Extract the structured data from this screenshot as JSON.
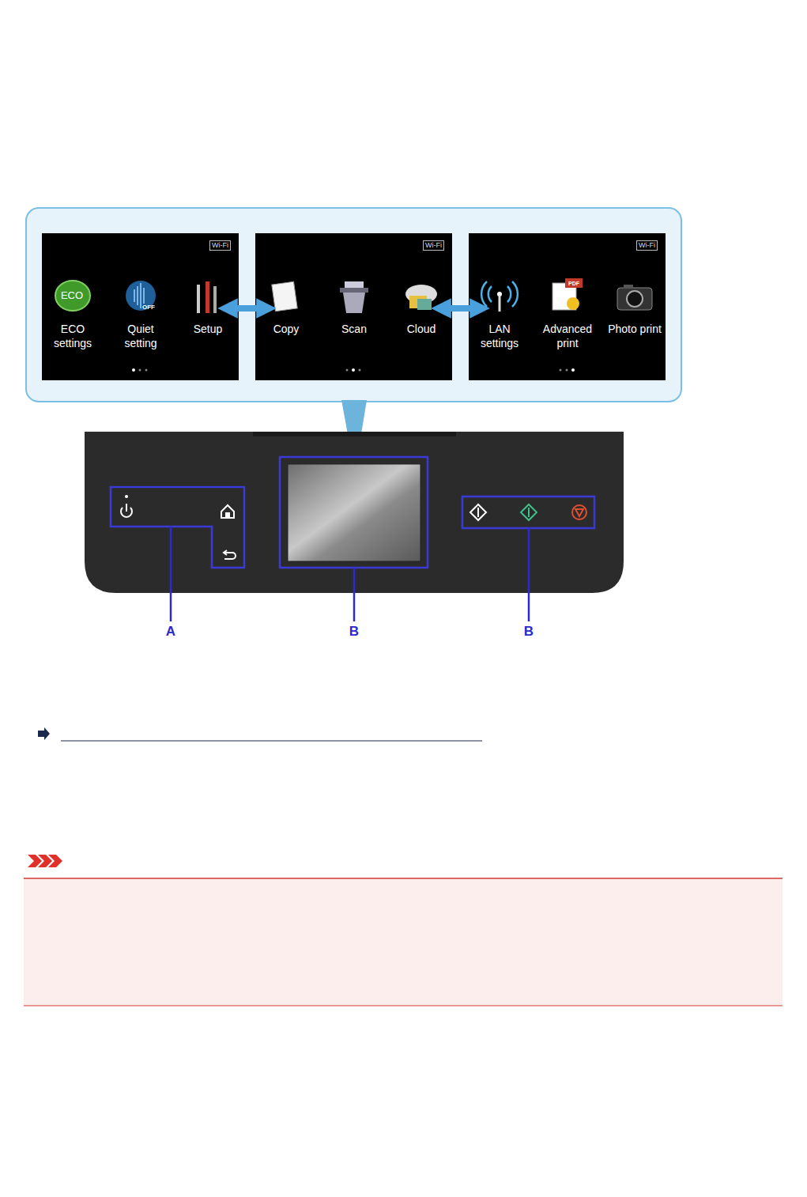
{
  "diagram": {
    "nodes": [
      {
        "text": [
          "Wi-Fi",
          "ECO settings",
          "Quiet setting",
          "Setup"
        ]
      },
      {
        "text": [
          "Wi-Fi",
          "Copy",
          "Scan",
          "Cloud"
        ]
      },
      {
        "text": [
          "Wi-Fi",
          "LAN settings",
          "Advanced print",
          "Photo print"
        ]
      }
    ],
    "edges": [
      {
        "from": 0,
        "to": 1,
        "arrow": "both"
      },
      {
        "from": 1,
        "to": 2,
        "arrow": "both"
      }
    ],
    "labels": [
      "A",
      "B",
      "B",
      "ECO",
      "OFF",
      "PDF"
    ]
  }
}
